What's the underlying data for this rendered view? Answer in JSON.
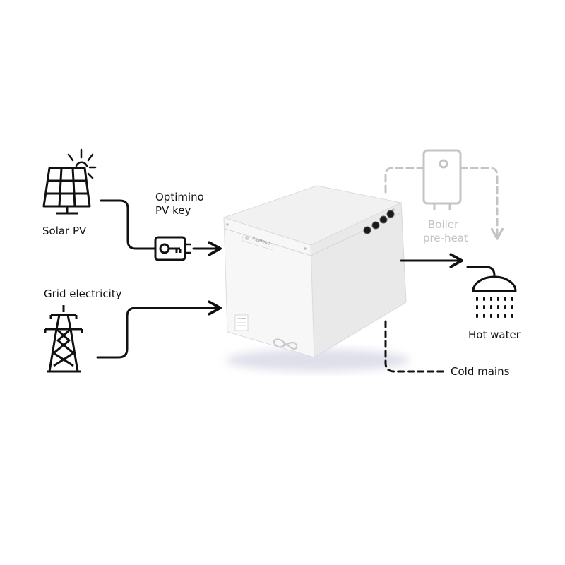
{
  "labels": {
    "solar_pv": "Solar PV",
    "pv_key_line1": "Optimino",
    "pv_key_line2": "PV key",
    "grid_electricity": "Grid electricity",
    "boiler_line1": "Boiler",
    "boiler_line2": "pre-heat",
    "hot_water": "Hot water",
    "cold_mains": "Cold mains"
  },
  "device": {
    "brand": "THERMINO",
    "warning_label": "CAUTION"
  },
  "colors": {
    "line": "#111111",
    "muted": "#c4c4c4",
    "unit_body": "#f7f7f7"
  }
}
